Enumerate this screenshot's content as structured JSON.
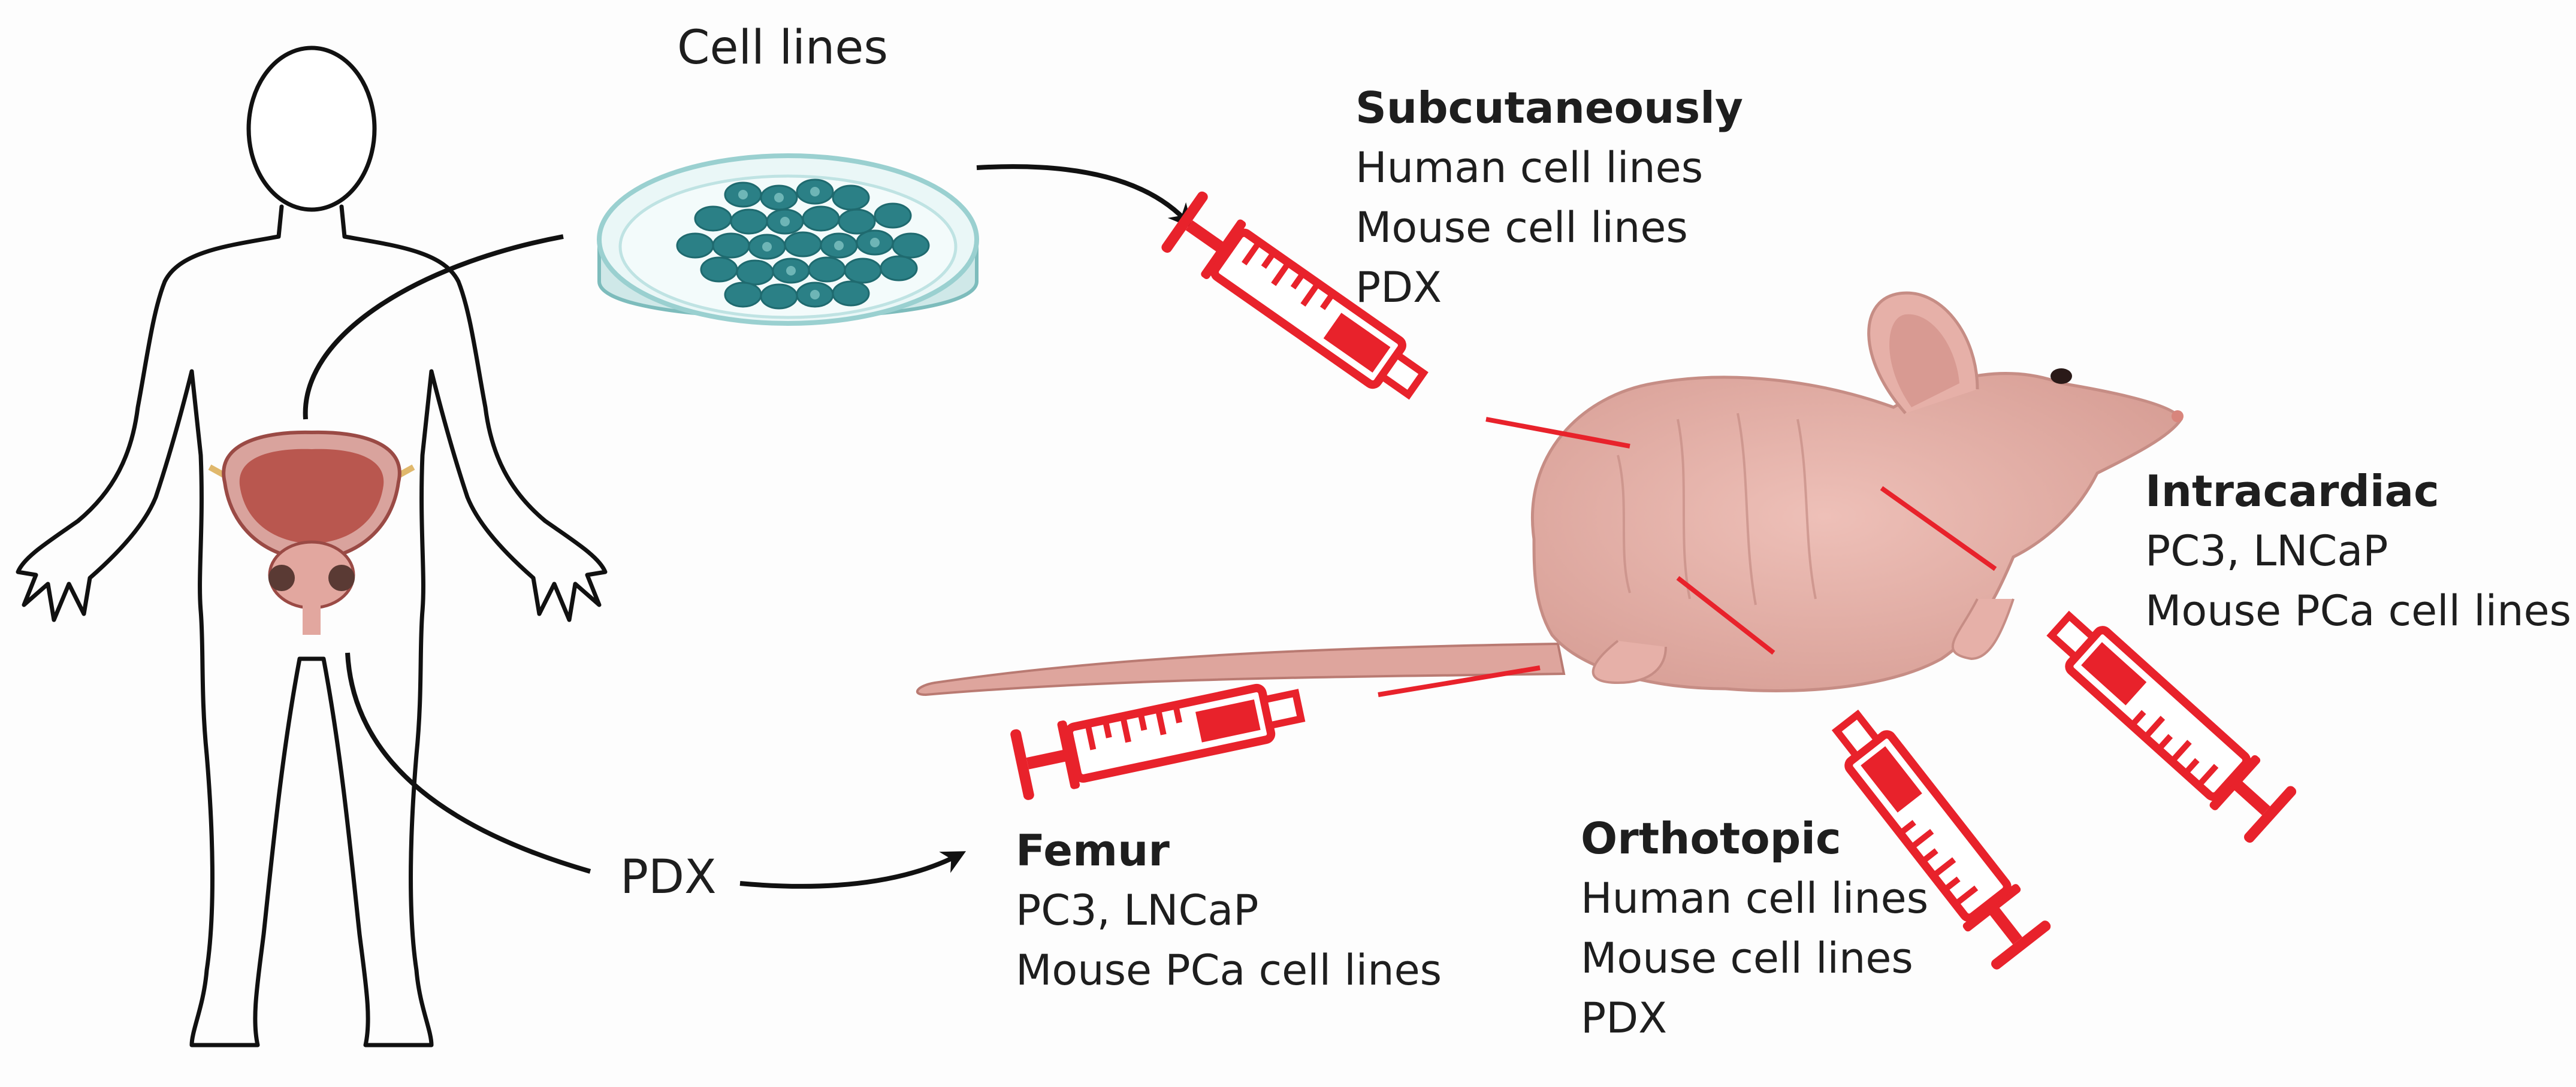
{
  "labels": {
    "cell_lines": "Cell lines",
    "pdx": "PDX"
  },
  "routes": {
    "subcutaneously": {
      "title": "Subcutaneously",
      "lines": [
        "Human cell lines",
        "Mouse cell lines",
        "PDX"
      ]
    },
    "intracardiac": {
      "title": "Intracardiac",
      "lines": [
        "PC3, LNCaP",
        "Mouse PCa cell lines"
      ]
    },
    "femur": {
      "title": "Femur",
      "lines": [
        "PC3, LNCaP",
        "Mouse PCa cell lines"
      ]
    },
    "orthotopic": {
      "title": "Orthotopic",
      "lines": [
        "Human cell lines",
        "Mouse cell lines",
        "PDX"
      ]
    }
  },
  "colors": {
    "syringe_red": "#e8222b",
    "mouse_skin": "#e2aaa2",
    "dish_rim": "#bfe3e3",
    "cell_fill": "#2b8086",
    "prostate": "#b9574f",
    "outline": "#111111"
  },
  "icons": {
    "human": "human-body-outline-icon",
    "dish": "petri-dish-icon",
    "mouse": "nude-mouse-icon",
    "syringe": "syringe-icon"
  }
}
